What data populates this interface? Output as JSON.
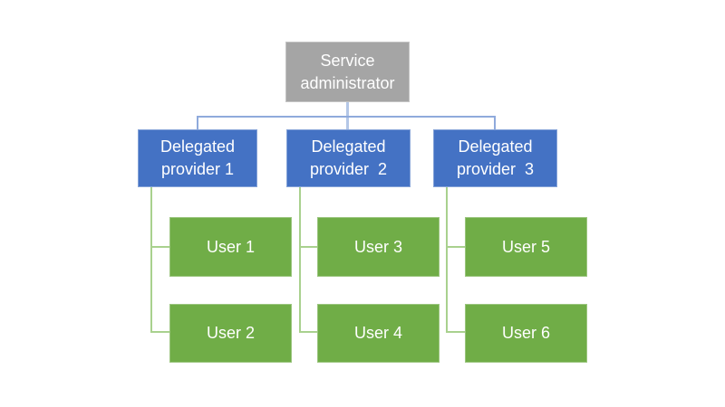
{
  "page": {
    "background": "#FFFFFF"
  },
  "diagram": {
    "type": "hierarchy-org-chart",
    "root": {
      "label": "Service\nadministrator",
      "fill": "#A5A5A5",
      "text_color": "#FFFFFF"
    },
    "providers": [
      {
        "label": "Delegated\nprovider 1",
        "fill": "#4472C4",
        "text_color": "#FFFFFF"
      },
      {
        "label": "Delegated\nprovider  2",
        "fill": "#4472C4",
        "text_color": "#FFFFFF"
      },
      {
        "label": "Delegated\nprovider  3",
        "fill": "#4472C4",
        "text_color": "#FFFFFF"
      }
    ],
    "users": [
      {
        "label": "User 1",
        "fill": "#70AD47",
        "text_color": "#FFFFFF",
        "parent": "Delegated provider 1"
      },
      {
        "label": "User 2",
        "fill": "#70AD47",
        "text_color": "#FFFFFF",
        "parent": "Delegated provider 1"
      },
      {
        "label": "User 3",
        "fill": "#70AD47",
        "text_color": "#FFFFFF",
        "parent": "Delegated provider 2"
      },
      {
        "label": "User 4",
        "fill": "#70AD47",
        "text_color": "#FFFFFF",
        "parent": "Delegated provider 2"
      },
      {
        "label": "User 5",
        "fill": "#70AD47",
        "text_color": "#FFFFFF",
        "parent": "Delegated provider 3"
      },
      {
        "label": "User 6",
        "fill": "#70AD47",
        "text_color": "#FFFFFF",
        "parent": "Delegated provider 3"
      }
    ],
    "connector_colors": {
      "blue_bus": "#8FAADC",
      "blue_stem": "#B4C7E7",
      "green": "#A9D18E"
    }
  }
}
